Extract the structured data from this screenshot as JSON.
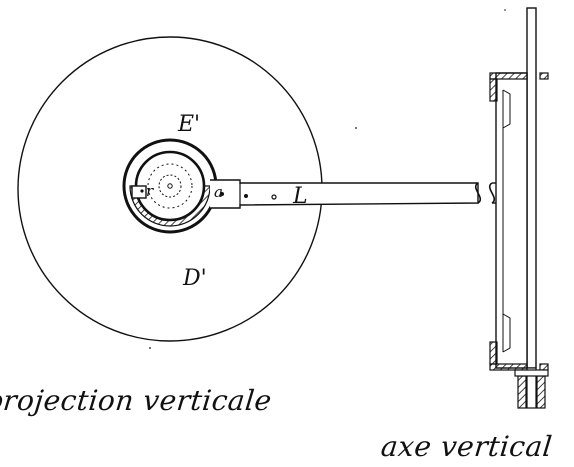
{
  "figure": {
    "labels": {
      "disc_upper": "E'",
      "disc_lower": "D'",
      "lever": "L",
      "pin_a": "a",
      "pin_r": "r"
    },
    "captions": {
      "view": "projection verticale",
      "axis": "axe vertical"
    },
    "colors": {
      "ink": "#111111",
      "paper": "#ffffff"
    }
  }
}
